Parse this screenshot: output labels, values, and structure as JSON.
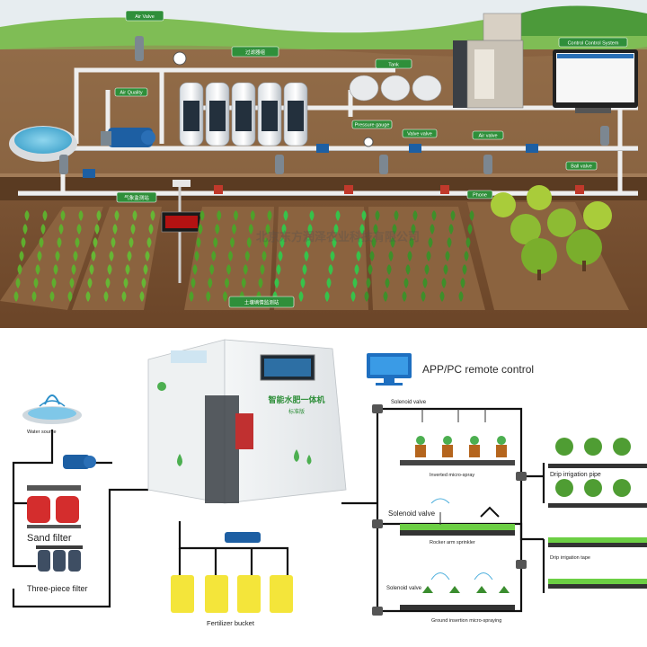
{
  "top": {
    "air_valve": "Air Valve",
    "filter_group": "过滤器组",
    "control_system": "Control Control System",
    "tank": "Tank",
    "pressure_gauge": "Pressure gauge",
    "valve": "Valve valve",
    "air_valve_2": "Air valve",
    "ball_valve": "Ball valve",
    "phone": "Phone",
    "air_quality": "Air Quality",
    "station_chip": "气象监测站",
    "bottom_chip": "土壤墒情监测站",
    "watermark": "北京东方润泽农业科技有限公司"
  },
  "bottom": {
    "app_control": "APP/PC remote control",
    "water_source": "Water source",
    "sand_filter": "Sand filter",
    "three_piece_filter": "Three-piece filter",
    "fertilizer_bucket": "Fertilizer bucket",
    "solenoid_valve_1": "Solenoid valve",
    "solenoid_valve_2": "Solenoid valve",
    "solenoid_valve_3": "Solenoid valve",
    "inverted_spray": "Inverted micro-spray",
    "rocker_sprinkler": "Rocker arm sprinkler",
    "ground_spray": "Ground insertion micro-spraying",
    "drip_pipe_1": "Drip irrigation pipe",
    "drip_pipe_2": "Drip irrigation tape",
    "machine_title": "智能水肥一体机",
    "machine_sub": "标准版"
  },
  "colors": {
    "sky": "#e9eef0",
    "soil": "#7a5232",
    "grass": "#5d9a35",
    "pipe": "#e9e9e9",
    "accent_green": "#2f8f3a"
  }
}
